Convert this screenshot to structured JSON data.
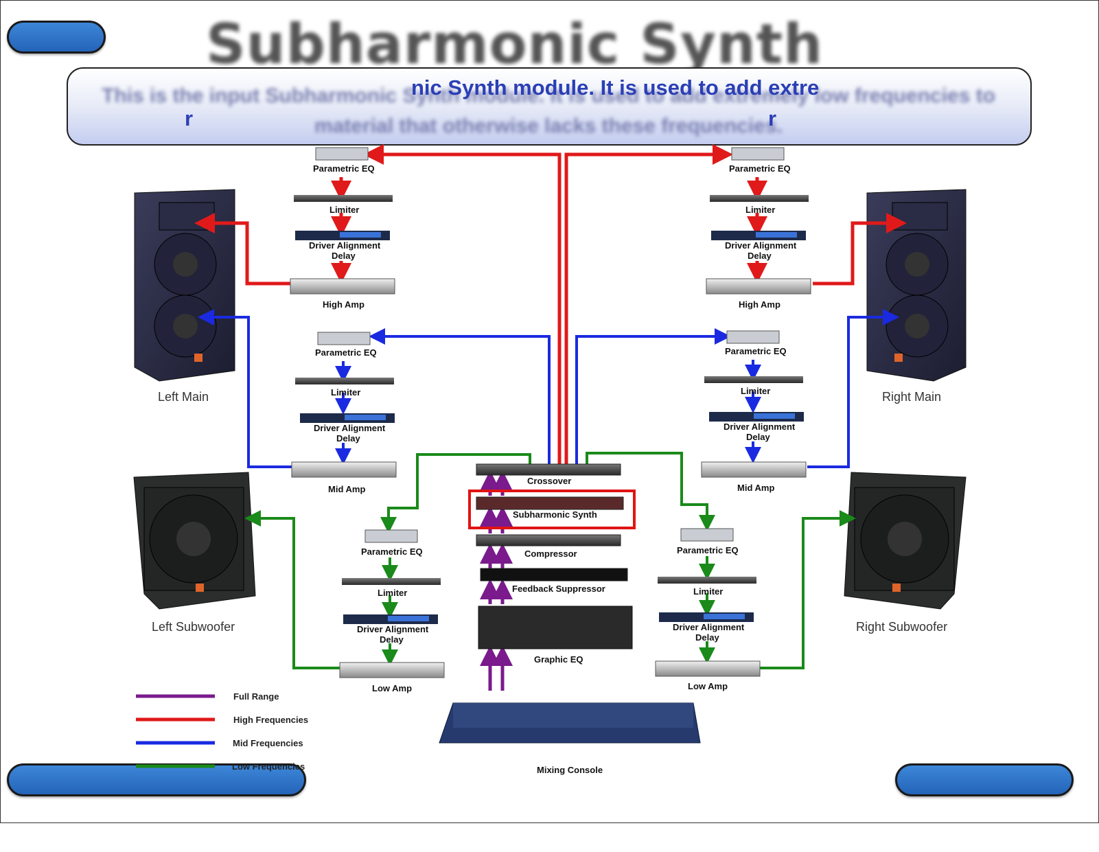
{
  "title": "Subharmonic Synth",
  "description": {
    "visible_line1": "nic Synth module. It is used to add extre",
    "visible_line2_left": "r",
    "visible_line2_right": "r",
    "blurred": "This is the input Subharmonic Synth module. It is used to add extremely low frequencies to material that otherwise lacks these frequencies."
  },
  "speakers": {
    "left_main": "Left Main",
    "right_main": "Right Main",
    "left_sub": "Left Subwoofer",
    "right_sub": "Right Subwoofer"
  },
  "left_high": {
    "eq": "Parametric EQ",
    "limiter": "Limiter",
    "delay1": "Driver Alignment",
    "delay2": "Delay",
    "amp": "High Amp"
  },
  "right_high": {
    "eq": "Parametric EQ",
    "limiter": "Limiter",
    "delay1": "Driver Alignment",
    "delay2": "Delay",
    "amp": "High Amp"
  },
  "left_mid": {
    "eq": "Parametric EQ",
    "limiter": "Limiter",
    "delay1": "Driver Alignment",
    "delay2": "Delay",
    "amp": "Mid Amp"
  },
  "right_mid": {
    "eq": "Parametric EQ",
    "limiter": "Limiter",
    "delay1": "Driver Alignment",
    "delay2": "Delay",
    "amp": "Mid Amp"
  },
  "left_low": {
    "eq": "Parametric EQ",
    "limiter": "Limiter",
    "delay1": "Driver Alignment",
    "delay2": "Delay",
    "amp": "Low Amp"
  },
  "right_low": {
    "eq": "Parametric EQ",
    "limiter": "Limiter",
    "delay1": "Driver Alignment",
    "delay2": "Delay",
    "amp": "Low Amp"
  },
  "center": {
    "crossover": "Crossover",
    "subharmonic": "Subharmonic Synth",
    "compressor": "Compressor",
    "feedback": "Feedback Suppressor",
    "graphic_eq": "Graphic EQ",
    "console": "Mixing Console"
  },
  "legend": [
    {
      "label": "Full Range",
      "color": "#7a1a8c"
    },
    {
      "label": "High Frequencies",
      "color": "#e01a1a"
    },
    {
      "label": "Mid Frequencies",
      "color": "#1a2ae0"
    },
    {
      "label": "Low Frequencies",
      "color": "#1a8a1a"
    }
  ],
  "colors": {
    "full": "#7a1a8c",
    "high": "#e01a1a",
    "mid": "#1a2ae0",
    "low": "#1a8a1a",
    "button": "#2e72c8",
    "highlight": "#e01414"
  },
  "icons": {
    "arrow": "arrow-icon",
    "speaker": "speaker-icon"
  }
}
